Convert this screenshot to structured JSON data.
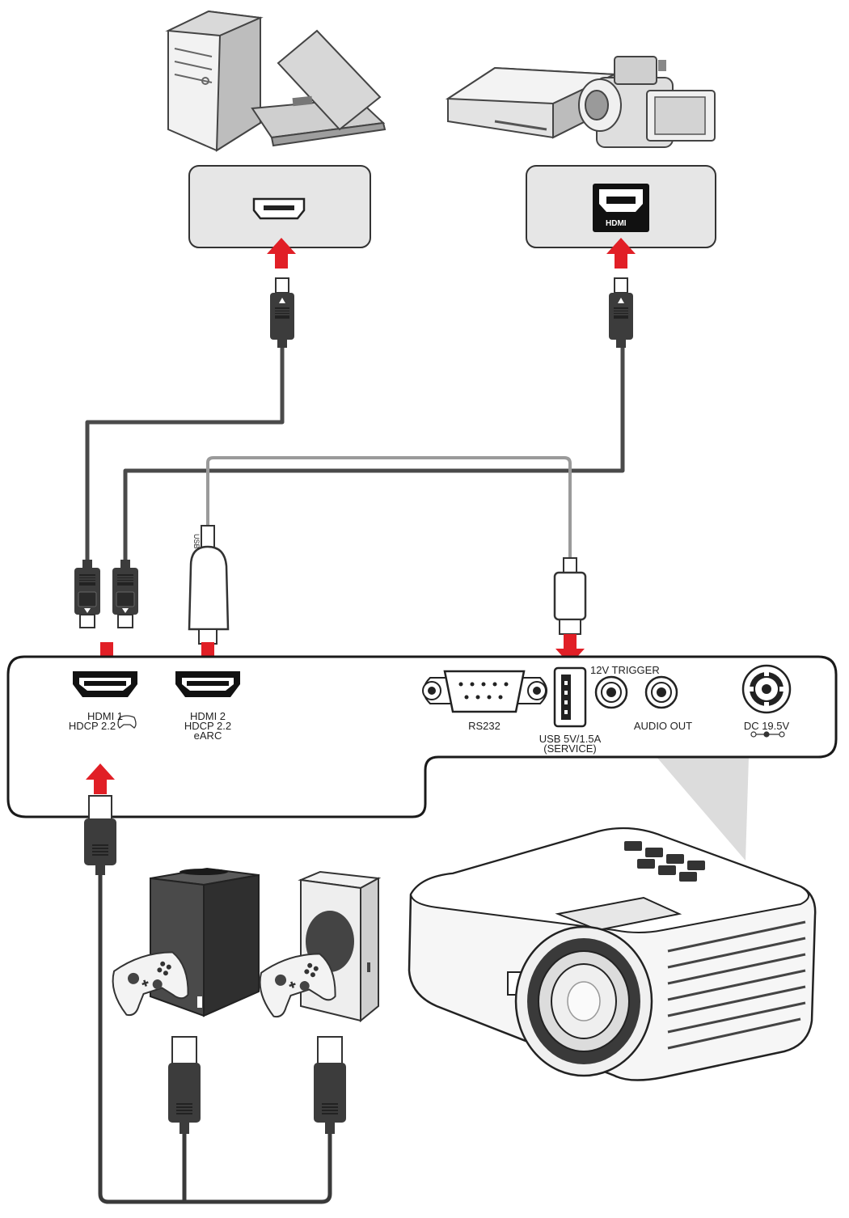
{
  "colors": {
    "arrow": "#e11f26",
    "cable_dark": "#4a4a4a",
    "cable_light": "#9a9a9a",
    "panel_fill": "#e6e6e6",
    "device_fill": "#e9e9e9",
    "plug_body": "#3c3c3c",
    "console_black": "#333333"
  },
  "source_devices": {
    "left": {
      "icons": [
        "desktop-tower-icon",
        "laptop-icon"
      ]
    },
    "right": {
      "icons": [
        "media-player-icon",
        "camcorder-icon"
      ],
      "port_badge": "HDMI"
    }
  },
  "projector_panel": {
    "ports": {
      "hdmi1": {
        "line1": "HDMI 1",
        "line2": "HDCP 2.2"
      },
      "hdmi2": {
        "line1": "HDMI 2",
        "line2": "HDCP 2.2",
        "line3": "eARC"
      },
      "rs232": {
        "label": "RS232"
      },
      "usb": {
        "line1": "USB 5V/1.5A",
        "line2": "(SERVICE)"
      },
      "trigger": {
        "label": "12V TRIGGER"
      },
      "audio_out": {
        "label": "AUDIO OUT"
      },
      "dc": {
        "label": "DC 19.5V"
      }
    }
  },
  "dongle": {
    "label": "USB"
  },
  "consoles": {
    "icons": [
      "xbox-series-x-icon",
      "xbox-series-s-icon",
      "controller-icon"
    ]
  }
}
